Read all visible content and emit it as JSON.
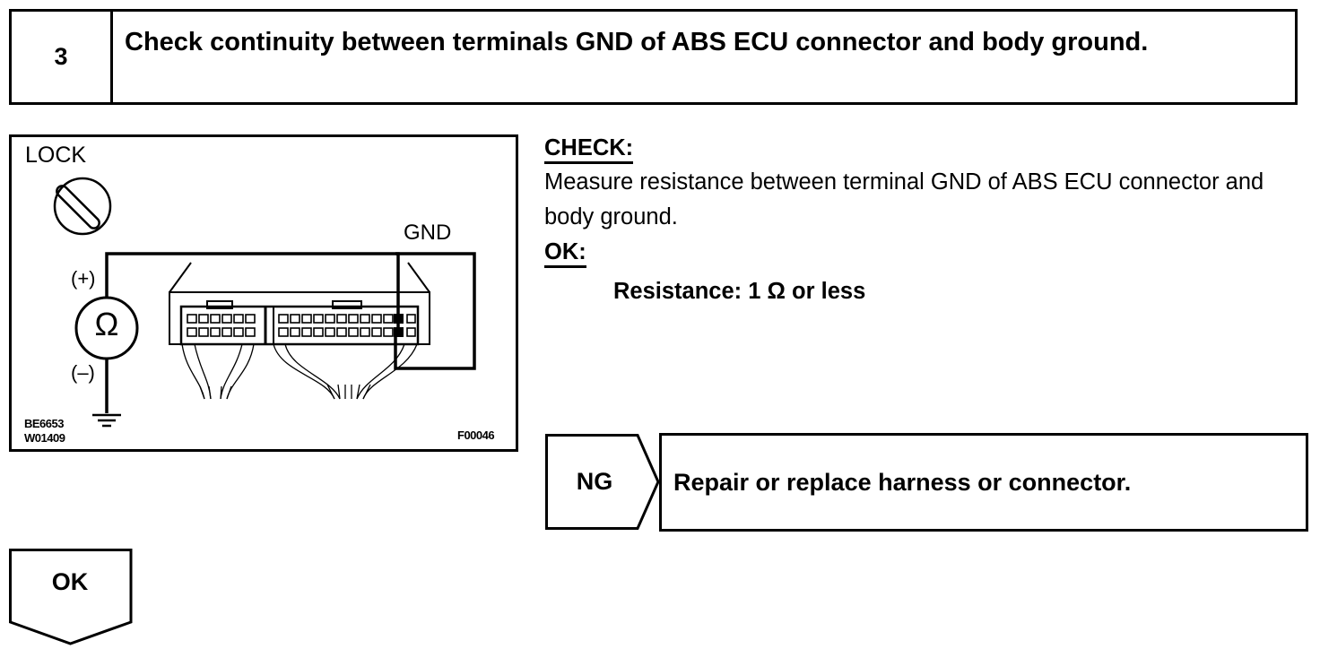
{
  "step": {
    "number": "3",
    "title": "Check continuity between terminals GND of ABS ECU connector and body ground."
  },
  "diagram": {
    "lock_label": "LOCK",
    "gnd_label": "GND",
    "plus_label": "(+)",
    "minus_label": "(–)",
    "ohm_symbol": "Ω",
    "code_1": "BE6653",
    "code_2": "W01409",
    "figure_code": "F00046"
  },
  "check": {
    "heading": "CHECK:",
    "text": "Measure resistance between terminal GND of ABS ECU con­nector and body ground.",
    "ok_heading": "OK:",
    "spec": "Resistance: 1 Ω or less"
  },
  "ng": {
    "label": "NG",
    "action": "Repair or replace harness or connector."
  },
  "ok": {
    "label": "OK"
  }
}
